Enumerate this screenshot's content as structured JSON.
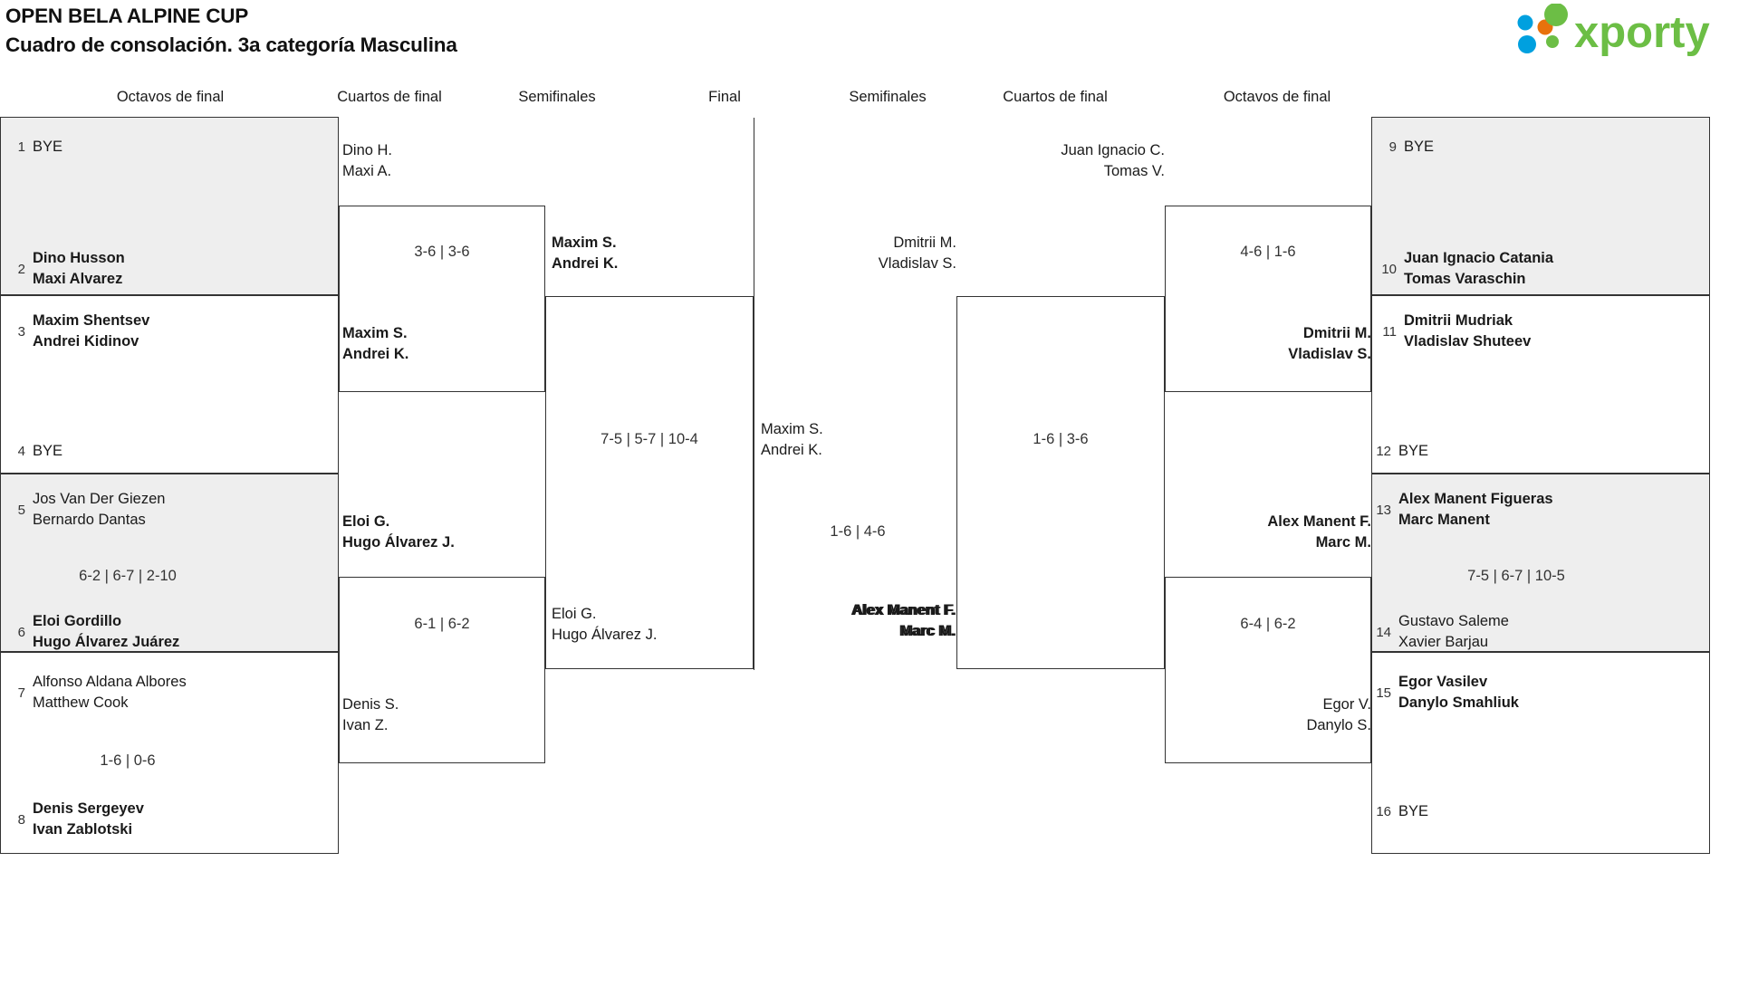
{
  "header": {
    "tournament_title": "OPEN BELA ALPINE CUP",
    "subtitle": "Cuadro de consolación. 3a categoría Masculina",
    "logo": {
      "wordmark": "xporty",
      "dot_colors": [
        "#00a0df",
        "#e8720c",
        "#6cbe45"
      ],
      "text_color": "#6cbe45"
    }
  },
  "round_headers": [
    {
      "label": "Octavos de final"
    },
    {
      "label": "Cuartos de final"
    },
    {
      "label": "Semifinales"
    },
    {
      "label": "Final"
    },
    {
      "label": "Semifinales"
    },
    {
      "label": "Cuartos de final"
    },
    {
      "label": "Octavos de final"
    }
  ],
  "left": {
    "round_of_16": [
      {
        "seed": "1",
        "names": [
          "BYE"
        ],
        "bye": true,
        "winner": false
      },
      {
        "seed": "2",
        "names": [
          "Dino Husson",
          "Maxi Alvarez"
        ],
        "bye": false,
        "winner": true
      },
      {
        "seed": "3",
        "names": [
          "Maxim Shentsev",
          "Andrei Kidinov"
        ],
        "bye": false,
        "winner": true
      },
      {
        "seed": "4",
        "names": [
          "BYE"
        ],
        "bye": true,
        "winner": false
      },
      {
        "seed": "5",
        "names": [
          "Jos Van Der Giezen",
          "Bernardo Dantas"
        ],
        "bye": false,
        "winner": false
      },
      {
        "seed": "6",
        "names": [
          "Eloi Gordillo",
          "Hugo Álvarez Juárez"
        ],
        "bye": false,
        "winner": true
      },
      {
        "seed": "7",
        "names": [
          "Alfonso Aldana Albores",
          "Matthew Cook"
        ],
        "bye": false,
        "winner": false
      },
      {
        "seed": "8",
        "names": [
          "Denis Sergeyev",
          "Ivan Zablotski"
        ],
        "bye": false,
        "winner": true
      }
    ],
    "round_of_16_scores": [
      {
        "text": "6-2 | 6-7 | 2-10"
      },
      {
        "text": "1-6 | 0-6"
      }
    ],
    "quarterfinals": [
      {
        "names": [
          "Dino H.",
          "Maxi A."
        ],
        "winner": false
      },
      {
        "names": [
          "Maxim S.",
          "Andrei K."
        ],
        "winner": true
      },
      {
        "names": [
          "Eloi G.",
          "Hugo Álvarez J."
        ],
        "winner": true
      },
      {
        "names": [
          "Denis S.",
          "Ivan Z."
        ],
        "winner": false
      }
    ],
    "quarterfinal_scores": [
      {
        "text": "3-6 | 3-6"
      },
      {
        "text": "6-1 | 6-2"
      }
    ],
    "semifinals": [
      {
        "names": [
          "Maxim S.",
          "Andrei K."
        ],
        "winner": true
      },
      {
        "names": [
          "Eloi G.",
          "Hugo Álvarez J."
        ],
        "winner": false
      }
    ],
    "semifinal_scores": [
      {
        "text": "7-5 | 5-7 | 10-4"
      }
    ]
  },
  "final": {
    "left_team": {
      "names": [
        "Maxim S.",
        "Andrei K."
      ],
      "winner": false
    },
    "right_team": {
      "names": [
        "Alex Manent F.",
        "Marc M."
      ],
      "winner": true
    },
    "score": "1-6 | 4-6"
  },
  "right": {
    "round_of_16": [
      {
        "seed": "9",
        "names": [
          "BYE"
        ],
        "bye": true,
        "winner": false
      },
      {
        "seed": "10",
        "names": [
          "Juan Ignacio Catania",
          "Tomas Varaschin"
        ],
        "bye": false,
        "winner": true
      },
      {
        "seed": "11",
        "names": [
          "Dmitrii Mudriak",
          "Vladislav Shuteev"
        ],
        "bye": false,
        "winner": true
      },
      {
        "seed": "12",
        "names": [
          "BYE"
        ],
        "bye": true,
        "winner": false
      },
      {
        "seed": "13",
        "names": [
          "Alex Manent Figueras",
          "Marc Manent"
        ],
        "bye": false,
        "winner": true
      },
      {
        "seed": "14",
        "names": [
          "Gustavo Saleme",
          "Xavier Barjau"
        ],
        "bye": false,
        "winner": false
      },
      {
        "seed": "15",
        "names": [
          "Egor Vasilev",
          "Danylo Smahliuk"
        ],
        "bye": false,
        "winner": true
      },
      {
        "seed": "16",
        "names": [
          "BYE"
        ],
        "bye": true,
        "winner": false
      }
    ],
    "round_of_16_scores": [
      {
        "text": "7-5 | 6-7 | 10-5"
      }
    ],
    "quarterfinals": [
      {
        "names": [
          "Juan Ignacio C.",
          "Tomas V."
        ],
        "winner": false
      },
      {
        "names": [
          "Dmitrii M.",
          "Vladislav S."
        ],
        "winner": true
      },
      {
        "names": [
          "Alex Manent F.",
          "Marc M."
        ],
        "winner": true
      },
      {
        "names": [
          "Egor V.",
          "Danylo S."
        ],
        "winner": false
      }
    ],
    "quarterfinal_scores": [
      {
        "text": "4-6 | 1-6"
      },
      {
        "text": "6-4 | 6-2"
      }
    ],
    "semifinals": [
      {
        "names": [
          "Dmitrii M.",
          "Vladislav S."
        ],
        "winner": false
      },
      {
        "names": [
          "Alex Manent F.",
          "Marc M."
        ],
        "winner": true
      }
    ],
    "semifinal_scores": [
      {
        "text": "1-6 | 3-6"
      }
    ]
  }
}
